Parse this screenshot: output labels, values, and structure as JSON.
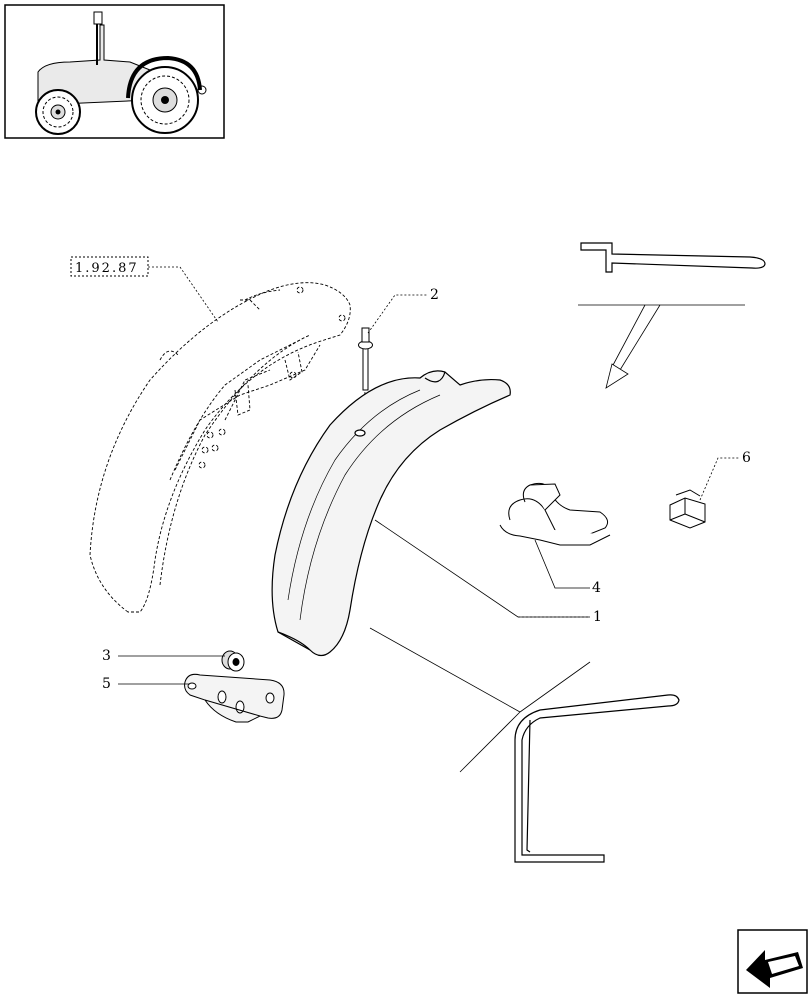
{
  "diagram": {
    "reference_label": "1.92.87",
    "callouts": {
      "item_1": "1",
      "item_2": "2",
      "item_3": "3",
      "item_4": "4",
      "item_5": "5",
      "item_6": "6"
    }
  },
  "icons": {
    "thumbnail": "tractor-thumbnail-icon",
    "navigation": "back-arrow-icon"
  },
  "colors": {
    "line": "#000000",
    "background": "#ffffff",
    "part_fill": "#f4f4f4"
  }
}
